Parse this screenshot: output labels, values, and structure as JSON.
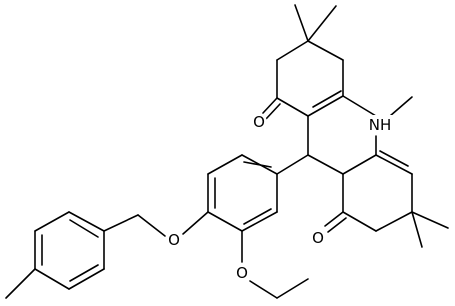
{
  "diagram": {
    "type": "chemical-structure",
    "atom_labels": {
      "O_ketone_top": "O",
      "O_ketone_bottom": "O",
      "NH": "NH",
      "O_ether_benzyl": "O",
      "O_ether_ethoxy": "O"
    }
  }
}
